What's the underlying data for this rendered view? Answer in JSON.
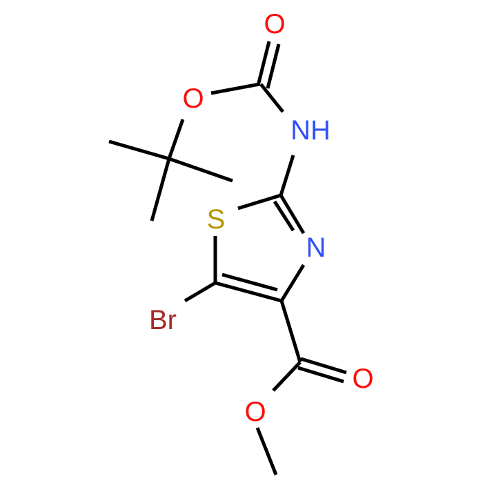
{
  "atoms": {
    "o_carbonyl_top": {
      "symbol": "O",
      "color": "#ff0d0d"
    },
    "o_ether_top": {
      "symbol": "O",
      "color": "#ff0d0d"
    },
    "nh": {
      "symbol": "NH",
      "color": "#3050f8"
    },
    "s_ring": {
      "symbol": "S",
      "color": "#b39500"
    },
    "n_ring": {
      "symbol": "N",
      "color": "#3050f8"
    },
    "br": {
      "symbol": "Br",
      "color": "#a62929"
    },
    "o_carbonyl_bottom": {
      "symbol": "O",
      "color": "#ff0d0d"
    },
    "o_ether_bottom": {
      "symbol": "O",
      "color": "#ff0d0d"
    }
  }
}
